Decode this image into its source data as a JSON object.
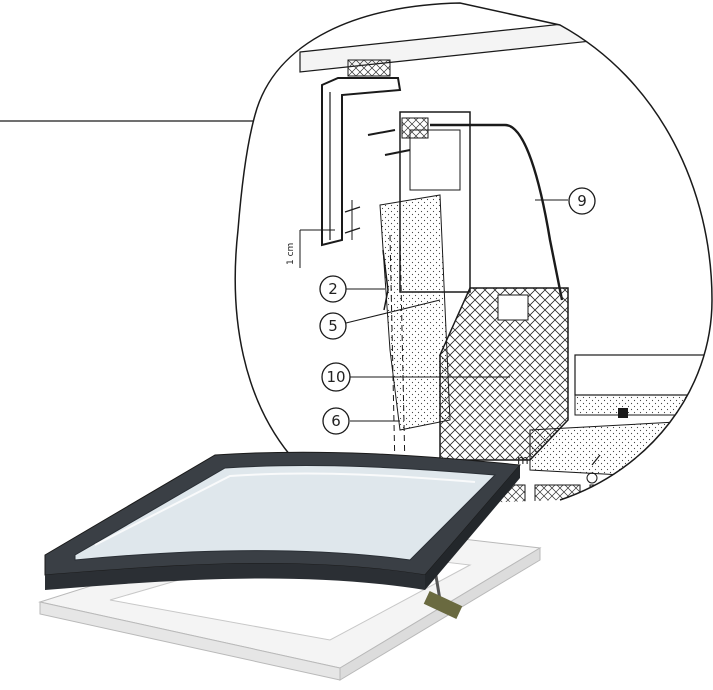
{
  "diagram": {
    "dimension_label": "1 cm",
    "partial_label": "m",
    "callouts": [
      {
        "id": "callout-9",
        "text": "9"
      },
      {
        "id": "callout-2",
        "text": "2"
      },
      {
        "id": "callout-5",
        "text": "5"
      },
      {
        "id": "callout-10",
        "text": "10"
      },
      {
        "id": "callout-6",
        "text": "6"
      }
    ]
  },
  "colors": {
    "line": "#1a1a1a",
    "frame_dark": "#3a3f45",
    "glass": "#dfe7ec",
    "insulation_fill": "#f1efe9",
    "base_white": "#f4f4f4"
  }
}
